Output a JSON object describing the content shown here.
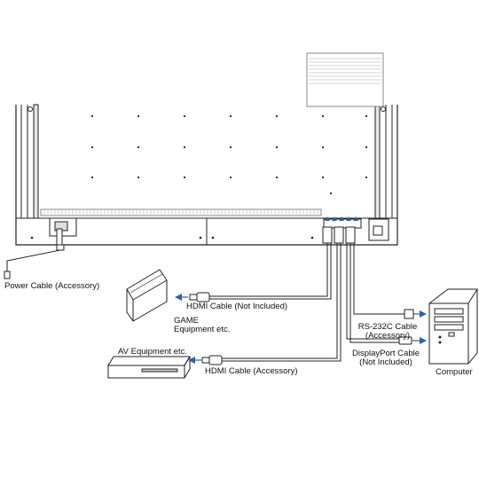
{
  "labels": {
    "power_cable": "Power Cable (Accessory)",
    "hdmi_game": "HDMI Cable (Not Included)",
    "game_line1": "GAME",
    "game_line2": "Equipment etc.",
    "av_equipment": "AV Equipment etc.",
    "hdmi_av": "HDMI Cable (Accessory)",
    "rs232c_line1": "RS-232C Cable",
    "rs232c_line2": "(Accessory)",
    "displayport_line1": "DisplayPort Cable",
    "displayport_line2": "(Not Included)",
    "computer": "Computer"
  },
  "colors": {
    "line": "#222222",
    "arrow": "#2f5fa8",
    "panel_fill": "#ffffff",
    "panel_gray": "#c8c8c8",
    "vent": "#9a9a9a"
  }
}
